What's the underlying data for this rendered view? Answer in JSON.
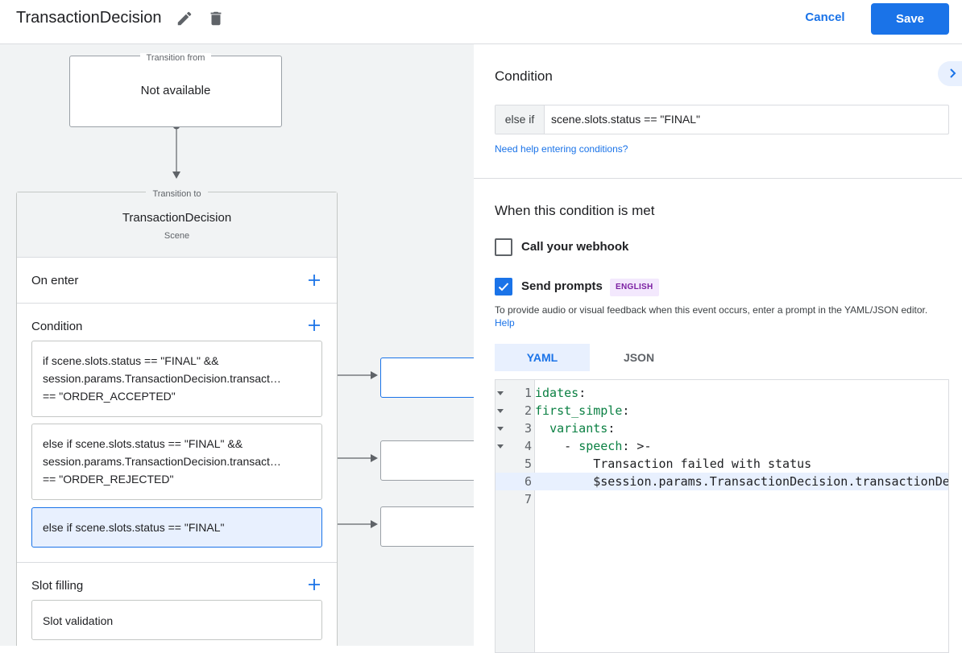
{
  "header": {
    "title": "TransactionDecision",
    "cancel_label": "Cancel",
    "save_label": "Save",
    "accent": "#1a73e8"
  },
  "canvas": {
    "from_caption": "Transition from",
    "from_value": "Not available",
    "to_caption": "Transition to",
    "scene_name": "TransactionDecision",
    "scene_type": "Scene",
    "on_enter_label": "On enter",
    "condition_label": "Condition",
    "conditions": [
      {
        "line1": "if scene.slots.status == \"FINAL\" &&",
        "line2": "session.params.TransactionDecision.transact…",
        "line3": "== \"ORDER_ACCEPTED\""
      },
      {
        "line1": "else if scene.slots.status == \"FINAL\" &&",
        "line2": "session.params.TransactionDecision.transact…",
        "line3": "== \"ORDER_REJECTED\""
      },
      {
        "line1": "else if scene.slots.status == \"FINAL\""
      }
    ],
    "slot_filling_label": "Slot filling",
    "slot_validation_label": "Slot validation"
  },
  "panel": {
    "condition_heading": "Condition",
    "condition_prefix": "else if",
    "condition_value": "scene.slots.status == \"FINAL\"",
    "help_link": "Need help entering conditions?",
    "met_heading": "When this condition is met",
    "webhook_label": "Call your webhook",
    "webhook_checked": false,
    "prompts_label": "Send prompts",
    "prompts_checked": true,
    "language_badge": "ENGLISH",
    "description": "To provide audio or visual feedback when this event occurs, enter a prompt in the YAML/JSON editor.",
    "description_link": "Help",
    "tabs": [
      "YAML",
      "JSON"
    ],
    "active_tab": "YAML",
    "editor_lines": [
      {
        "num": "1",
        "key": "idates",
        "rest": ":",
        "indent": ""
      },
      {
        "num": "2",
        "key": "first_simple",
        "rest": ":",
        "indent": ""
      },
      {
        "num": "3",
        "key": "variants",
        "rest": ":",
        "indent": "  "
      },
      {
        "num": "4",
        "key": "speech",
        "rest": ": >-",
        "indent": "    - "
      },
      {
        "num": "5",
        "key": "",
        "rest": "Transaction failed with status",
        "indent": "        "
      },
      {
        "num": "6",
        "key": "",
        "rest": "$session.params.TransactionDecision.transactionDecision",
        "indent": "        "
      },
      {
        "num": "7",
        "key": "",
        "rest": "",
        "indent": ""
      }
    ]
  }
}
